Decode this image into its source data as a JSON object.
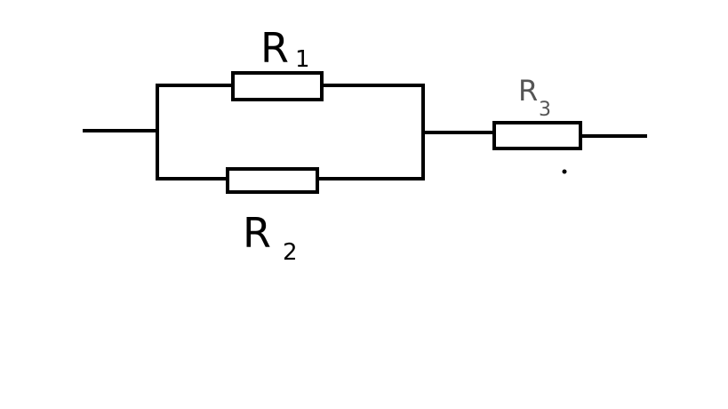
{
  "diagram": {
    "resistors": [
      {
        "id": "r1",
        "letter": "R",
        "subscript": "1"
      },
      {
        "id": "r2",
        "letter": "R",
        "subscript": "2"
      },
      {
        "id": "r3",
        "letter": "R",
        "subscript": "3"
      }
    ],
    "colors": {
      "background": "#ffffff",
      "stroke": "#000000",
      "thin_label": "#555555"
    }
  }
}
